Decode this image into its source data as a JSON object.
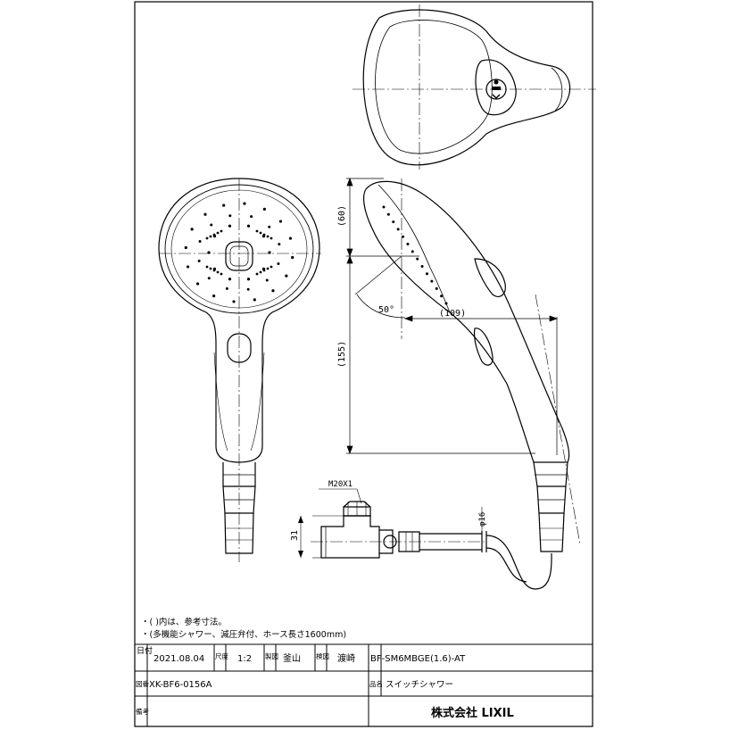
{
  "dimensions": {
    "height_60": "(60)",
    "height_155": "(155)",
    "length_109": "(109)",
    "angle": "50°",
    "thread": "M20X1",
    "height_31": "31",
    "hose_dia": "φ16"
  },
  "notes": [
    "・(  )内は、参考寸法。",
    "・(多機能シャワー、減圧弁付、ホース長さ1600mm)"
  ],
  "title_block": {
    "date_label": "日付",
    "date": "2021.08.04",
    "scale_label": "尺度",
    "scale": "1:2",
    "drawn_label": "製図",
    "drawn_by": "釜山",
    "checked_label": "検図",
    "checked_by": "渡崎",
    "product_code": "BF-SM6MBGE(1.6)-AT",
    "drawing_no_label": "図番",
    "drawing_no": "XK-BF6-0156A",
    "name_label": "品名",
    "product_name": "スイッチシャワー",
    "remarks_label": "備考",
    "company": "株式会社 LIXIL"
  }
}
